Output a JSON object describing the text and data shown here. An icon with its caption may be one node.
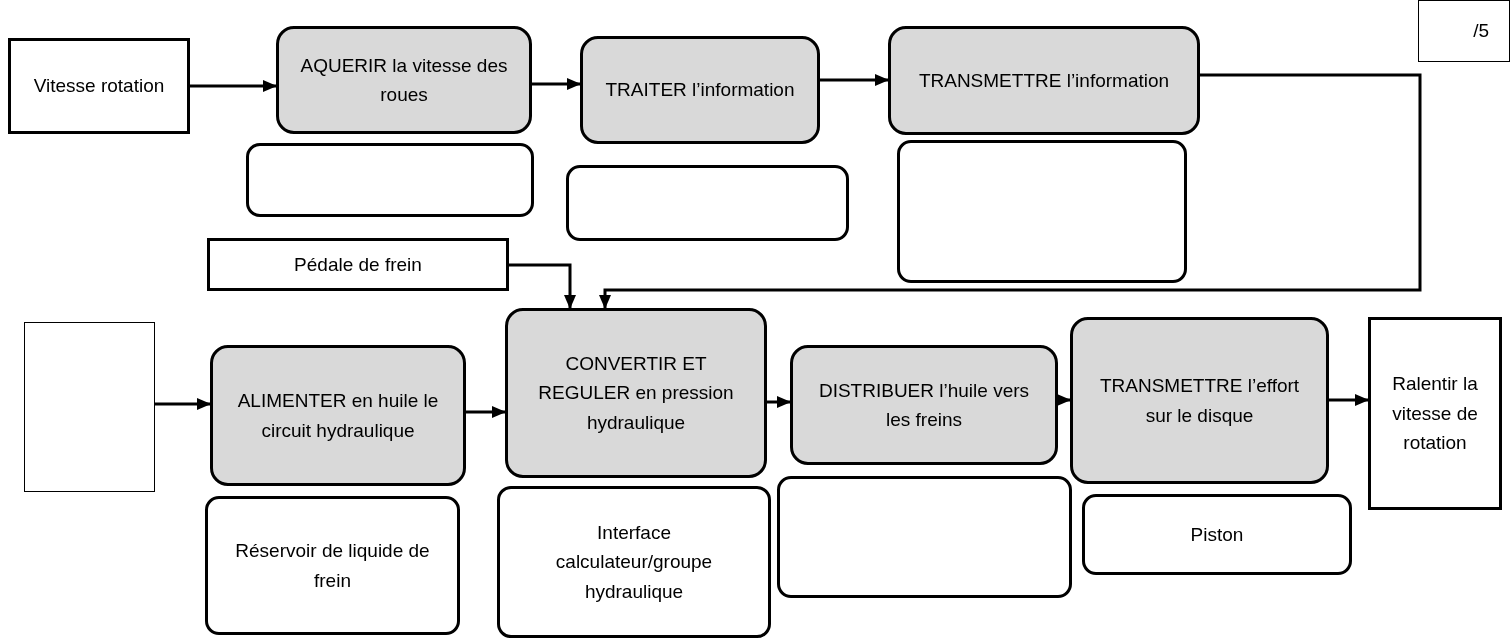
{
  "diagram": {
    "nodes": [
      {
        "text": [
          "Vitesse rotation"
        ]
      },
      {
        "text": [
          "AQUERIR la vitesse des roues"
        ]
      },
      {
        "text": [],
        "shape": "box"
      },
      {
        "text": [
          "TRAITER l’information"
        ]
      },
      {
        "text": [],
        "shape": "box"
      },
      {
        "text": [
          "TRANSMETTRE l’information"
        ]
      },
      {
        "text": [],
        "shape": "box"
      },
      {
        "text": [
          "/5"
        ]
      },
      {
        "text": [
          "Pédale de frein"
        ]
      },
      {
        "text": [],
        "shape": "box"
      },
      {
        "text": [
          "ALIMENTER en huile le circuit hydraulique"
        ]
      },
      {
        "text": [
          "CONVERTIR ET REGULER en pression hydraulique"
        ]
      },
      {
        "text": [
          "DISTRIBUER l’huile vers les freins"
        ]
      },
      {
        "text": [
          "TRANSMETTRE l’effort sur le disque"
        ]
      },
      {
        "text": [
          "Ralentir la vitesse de rotation"
        ]
      },
      {
        "text": [
          "Réservoir de liquide de frein"
        ]
      },
      {
        "text": [
          "Interface calculateur/groupe hydraulique"
        ]
      },
      {
        "text": [],
        "shape": "box"
      },
      {
        "text": [
          "Piston"
        ]
      }
    ],
    "edges": [
      {
        "from": 0,
        "to": 1,
        "arrow": "to"
      },
      {
        "from": 1,
        "to": 3,
        "arrow": "to"
      },
      {
        "from": 3,
        "to": 5,
        "arrow": "to"
      },
      {
        "from": 5,
        "to": 11,
        "arrow": "to"
      },
      {
        "from": 8,
        "to": 11,
        "arrow": "to"
      },
      {
        "from": 9,
        "to": 10,
        "arrow": "to"
      },
      {
        "from": 10,
        "to": 11,
        "arrow": "to"
      },
      {
        "from": 11,
        "to": 12,
        "arrow": "to"
      },
      {
        "from": 12,
        "to": 13,
        "arrow": "to"
      },
      {
        "from": 13,
        "to": 14,
        "arrow": "to"
      }
    ]
  }
}
